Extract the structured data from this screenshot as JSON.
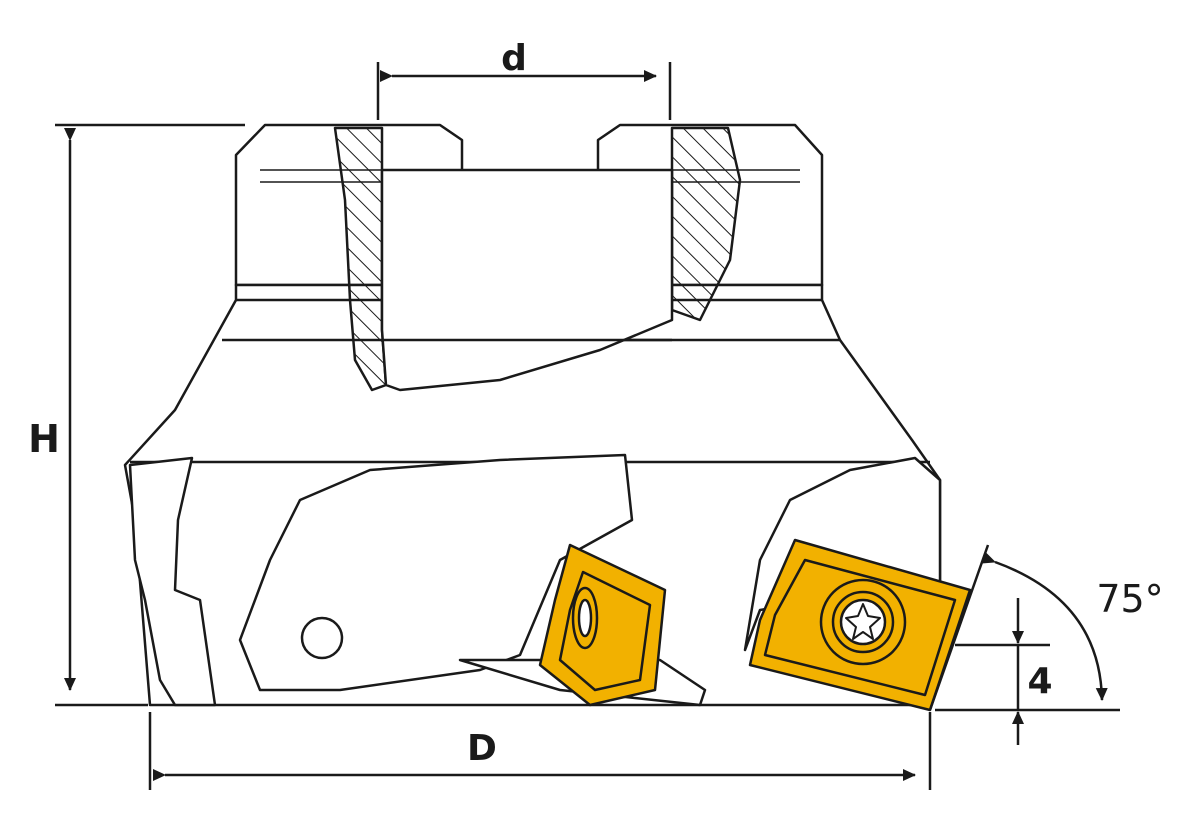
{
  "labels": {
    "d": "d",
    "H": "H",
    "D": "D",
    "depth": "4",
    "angle": "75°"
  },
  "colors": {
    "line": "#1a1a1a",
    "body": "#ffffff",
    "insert": "#F2B100",
    "insert_edge": "#8a6400"
  }
}
